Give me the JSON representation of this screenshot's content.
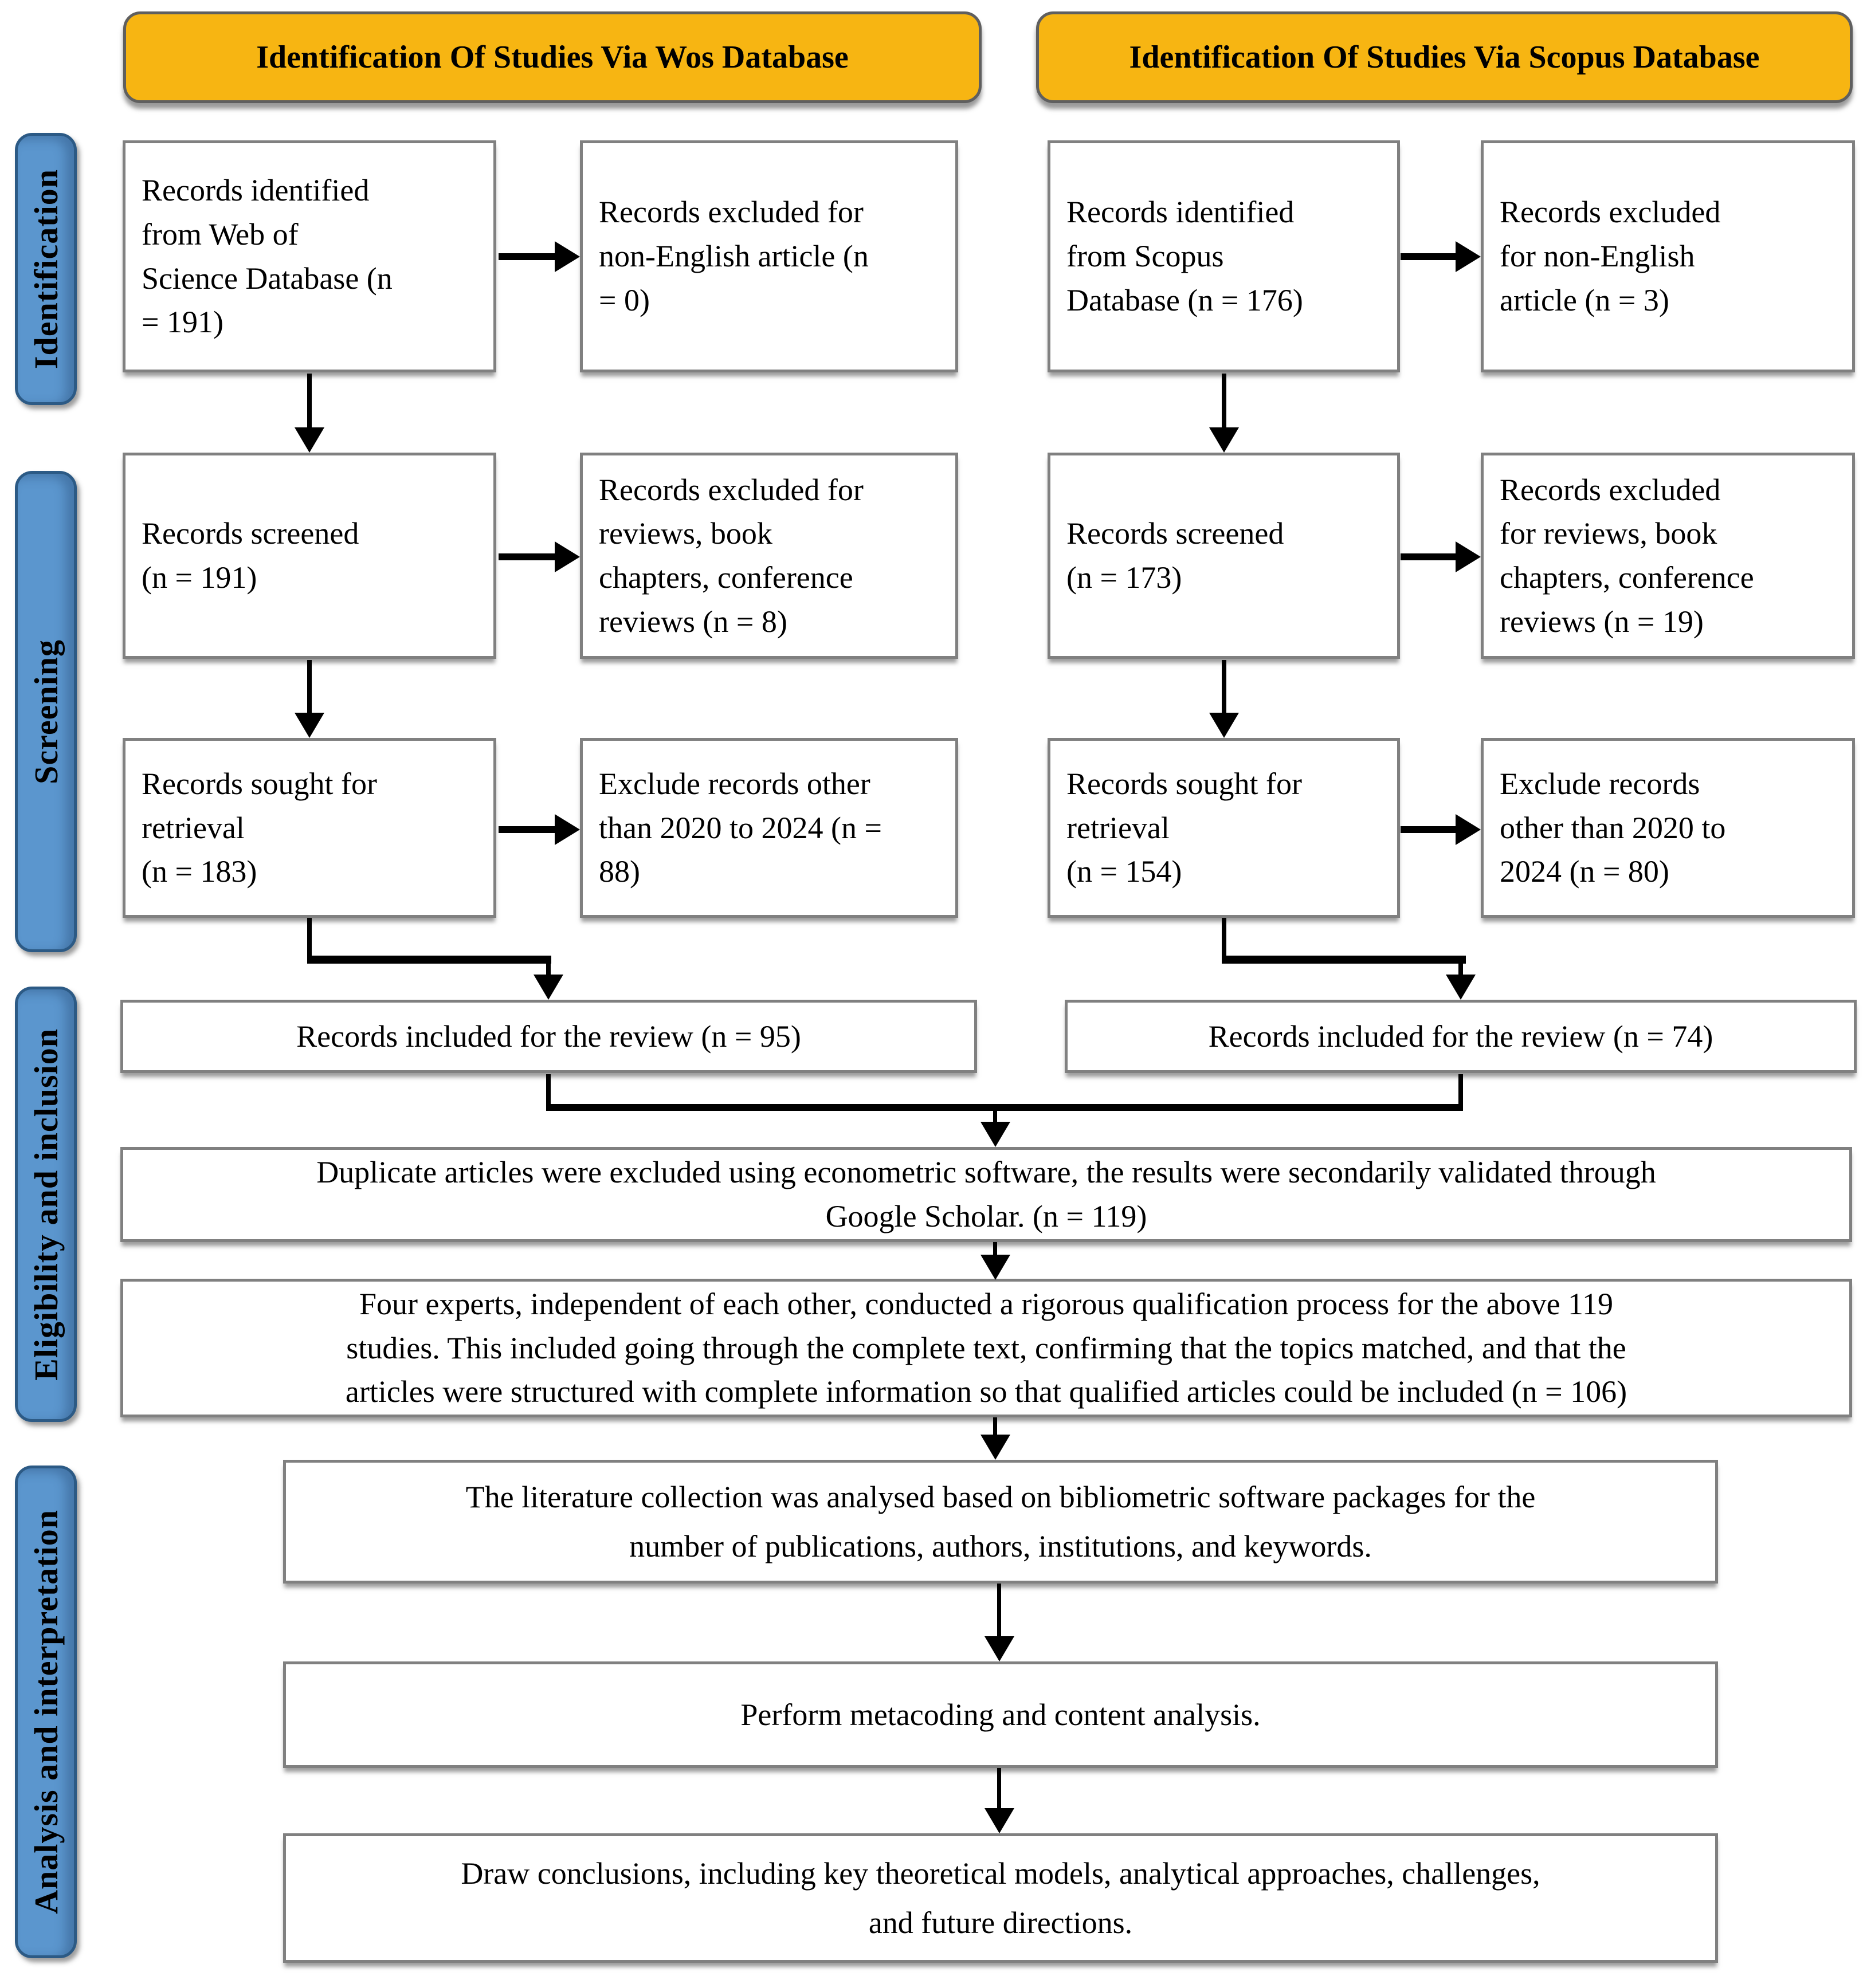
{
  "banners": {
    "wos": "Identification Of Studies Via Wos Database",
    "scopus": "Identification Of Studies Via Scopus Database"
  },
  "stages": {
    "identification": "Identification",
    "screening": "Screening",
    "eligibility": "Eligibility and inclusion",
    "analysis": "Analysis and interpretation"
  },
  "boxes": {
    "wos_identified": "Records identified\nfrom Web of\nScience Database (n\n= 191)",
    "wos_excluded_language": "Records excluded for\nnon-English article (n\n= 0)",
    "scopus_identified": "Records identified\nfrom Scopus\nDatabase (n = 176)",
    "scopus_excluded_language": "Records excluded\nfor non-English\narticle (n = 3)",
    "wos_screened": "Records screened\n(n = 191)",
    "wos_excluded_type": "Records excluded for\nreviews, book\nchapters, conference\nreviews (n = 8)",
    "scopus_screened": "Records screened\n(n = 173)",
    "scopus_excluded_type": "Records excluded\nfor reviews, book\nchapters, conference\nreviews (n = 19)",
    "wos_retrieval": "Records sought for\nretrieval\n(n = 183)",
    "wos_excluded_year": "Exclude records other\nthan 2020 to 2024 (n =\n88)",
    "scopus_retrieval": "Records sought for\nretrieval\n(n = 154)",
    "scopus_excluded_year": "Exclude records\nother than 2020 to\n2024 (n = 80)",
    "wos_included": "Records included for the review (n = 95)",
    "scopus_included": "Records included for the review (n = 74)",
    "deduplication": "Duplicate articles were excluded using econometric software, the results were secondarily validated through\nGoogle Scholar. (n = 119)",
    "qualification": "Four experts, independent of each other, conducted a rigorous qualification process for the above 119\nstudies. This included going through the complete text, confirming that the topics matched, and that the\narticles were structured with complete information so that qualified articles could be included (n = 106)",
    "bibliometric_analysis": "The literature collection was analysed based on bibliometric software packages for the\nnumber of publications, authors, institutions, and keywords.",
    "metacoding": "Perform metacoding and content analysis.",
    "conclusions": "Draw conclusions, including key theoretical models, analytical approaches, challenges,\nand future directions."
  },
  "colors": {
    "banner_bg": "#F7B512",
    "banner_border": "#5F5F5F",
    "stage_bg": "#5B96CE",
    "stage_border": "#2C5A85",
    "box_bg": "#FFFFFF",
    "box_border": "#808080",
    "arrow": "#000000"
  }
}
